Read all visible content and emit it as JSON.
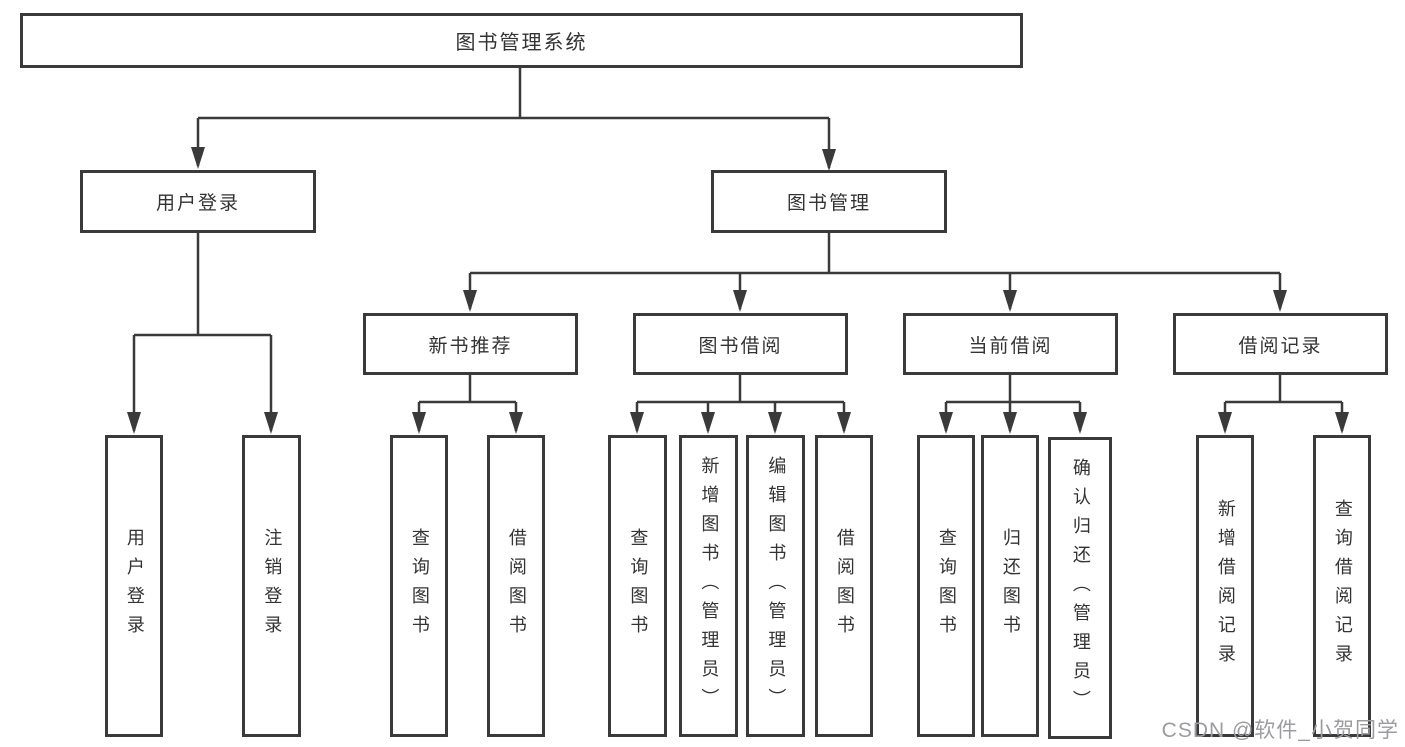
{
  "diagram_title": "图书管理系统",
  "colors": {
    "background": "#ffffff",
    "line": "#3a3a3a",
    "text": "#333333",
    "watermark": "#9c9ca0"
  },
  "tree": {
    "label": "图书管理系统",
    "children": [
      {
        "label": "用户登录",
        "children": [
          {
            "label": "用户登录"
          },
          {
            "label": "注销登录"
          }
        ]
      },
      {
        "label": "图书管理",
        "children": [
          {
            "label": "新书推荐",
            "children": [
              {
                "label": "查询图书"
              },
              {
                "label": "借阅图书"
              }
            ]
          },
          {
            "label": "图书借阅",
            "children": [
              {
                "label": "查询图书"
              },
              {
                "label": "新增图书（管理员）"
              },
              {
                "label": "编辑图书（管理员）"
              },
              {
                "label": "借阅图书"
              }
            ]
          },
          {
            "label": "当前借阅",
            "children": [
              {
                "label": "查询图书"
              },
              {
                "label": "归还图书"
              },
              {
                "label": "确认归还（管理员）"
              }
            ]
          },
          {
            "label": "借阅记录",
            "children": [
              {
                "label": "新增借阅记录"
              },
              {
                "label": "查询借阅记录"
              }
            ]
          }
        ]
      }
    ]
  },
  "watermark": "CSDN @软件_小贺同学"
}
